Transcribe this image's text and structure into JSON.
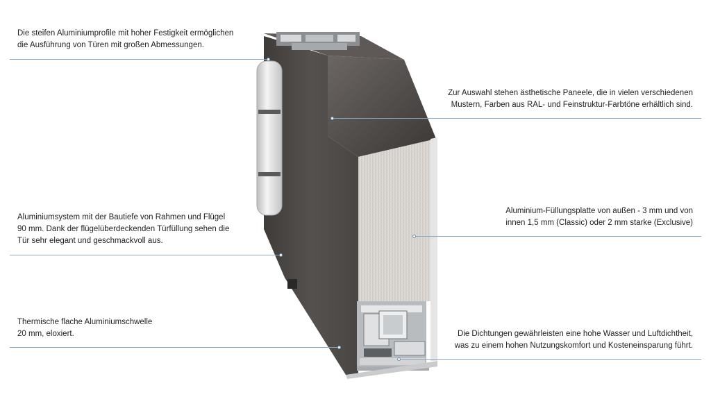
{
  "annotations": [
    {
      "id": "profile",
      "side": "left",
      "lines": [
        "Die steifen Aluminiumprofile mit hoher Festigkeit ermöglichen",
        "die Ausführung von Türen mit großen Abmessungen."
      ]
    },
    {
      "id": "panel",
      "side": "right",
      "lines": [
        "Zur Auswahl stehen ästhetische Paneele, die in vielen verschiedenen",
        "Mustern, Farben aus RAL- und Feinstruktur-Farbtöne erhältlich sind."
      ]
    },
    {
      "id": "system",
      "side": "left",
      "lines": [
        "Aluminiumsystem mit der Bautiefe von Rahmen und Flügel",
        "90 mm. Dank der flügelüberdeckenden Türfüllung sehen die",
        "Tür sehr elegant und geschmackvoll aus."
      ]
    },
    {
      "id": "filling",
      "side": "right",
      "lines": [
        "Aluminium-Füllungsplatte von außen - 3 mm und von",
        "innen 1,5 mm (Classic) oder 2 mm starke (Exclusive)"
      ]
    },
    {
      "id": "threshold",
      "side": "left",
      "lines": [
        "Thermische flache Aluminiumschwelle",
        "20 mm, eloxiert."
      ]
    },
    {
      "id": "seals",
      "side": "right",
      "lines": [
        "Die Dichtungen gewährleisten eine hohe Wasser und Luftdichtheit,",
        "was zu einem hohen Nutzungskomfort und Kosteneinsparung führt."
      ]
    }
  ],
  "colors": {
    "leader_line": "#8aa7c2",
    "door_dark": "#4a4745",
    "door_top": "#5a5552",
    "panel_face": "#d9d6d2",
    "aluminium": "#cfd1d3"
  }
}
